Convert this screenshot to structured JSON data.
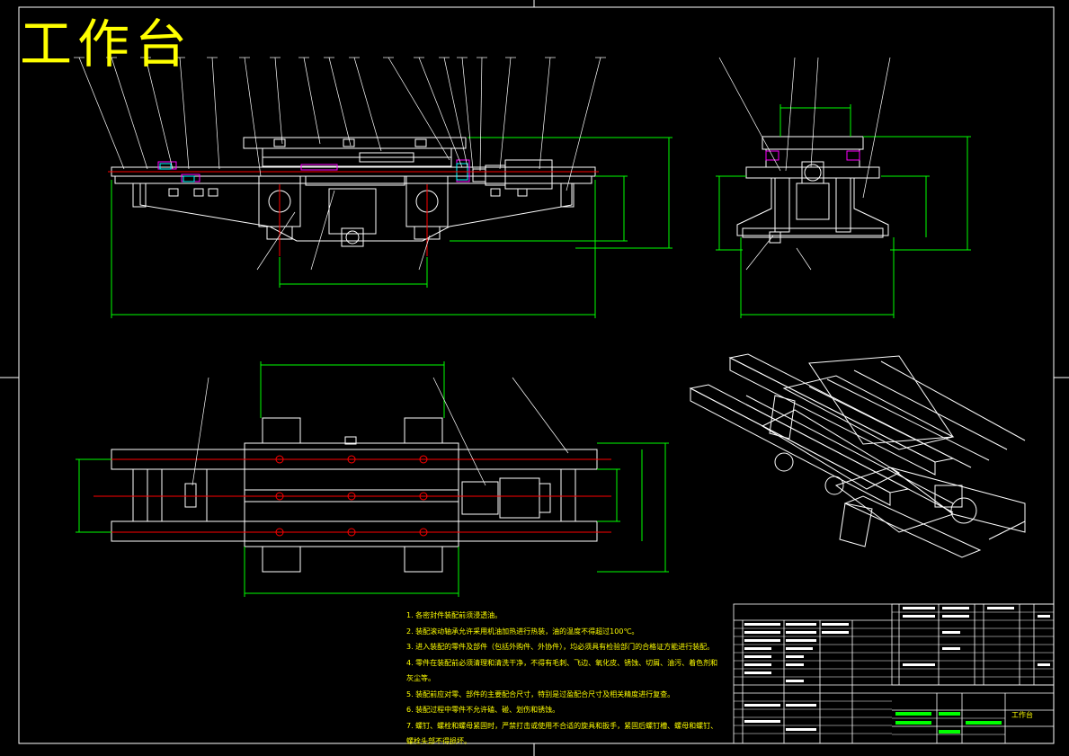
{
  "drawing": {
    "title": "工作台",
    "colors": {
      "background": "#000000",
      "outline": "#ffffff",
      "dimension": "#00ff00",
      "leader": "#ffffff",
      "centerline": "#ff0000",
      "title": "#ffff00",
      "notes": "#ffff00",
      "hatch": "#ff00ff",
      "part": "#ffffff"
    }
  },
  "technical_requirements": {
    "lines": [
      "1. 各密封件装配前须浸透油。",
      "2. 装配滚动轴承允许采用机油加热进行热装，油的温度不得超过100℃。",
      "3. 进入装配的零件及部件（包括外购件、外协件），均必须具有检验部门的合格证方能进行装配。",
      "4. 零件在装配前必须清理和清洗干净，不得有毛刺、飞边、氧化皮、锈蚀、切屑、油污、着色剂和",
      "灰尘等。",
      "5. 装配前应对零、部件的主要配合尺寸，特别是过盈配合尺寸及相关精度进行复查。",
      "6. 装配过程中零件不允许磕、碰、划伤和锈蚀。",
      "7. 螺钉、螺栓和螺母紧固时，严禁打击或使用不合适的旋具和扳手，紧固后螺钉槽、螺母和螺钉、",
      "螺栓头部不得损坏。"
    ]
  },
  "title_block": {
    "drawing_name": "工作台"
  }
}
